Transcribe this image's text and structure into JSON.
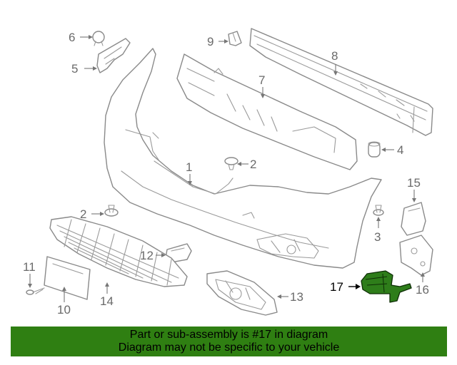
{
  "highlight_color": "#2e7d1a",
  "notice_color": "#2f7f12",
  "callouts": {
    "c1": "1",
    "c2a": "2",
    "c2b": "2",
    "c3": "3",
    "c4": "4",
    "c5": "5",
    "c6": "6",
    "c7": "7",
    "c8": "8",
    "c9": "9",
    "c10": "10",
    "c11": "11",
    "c12": "12",
    "c13": "13",
    "c14": "14",
    "c15": "15",
    "c16": "16",
    "c17": "17"
  },
  "notice": {
    "line1": "Part or sub-assembly is #17 in diagram",
    "line2": "Diagram may not be specific to your vehicle"
  }
}
